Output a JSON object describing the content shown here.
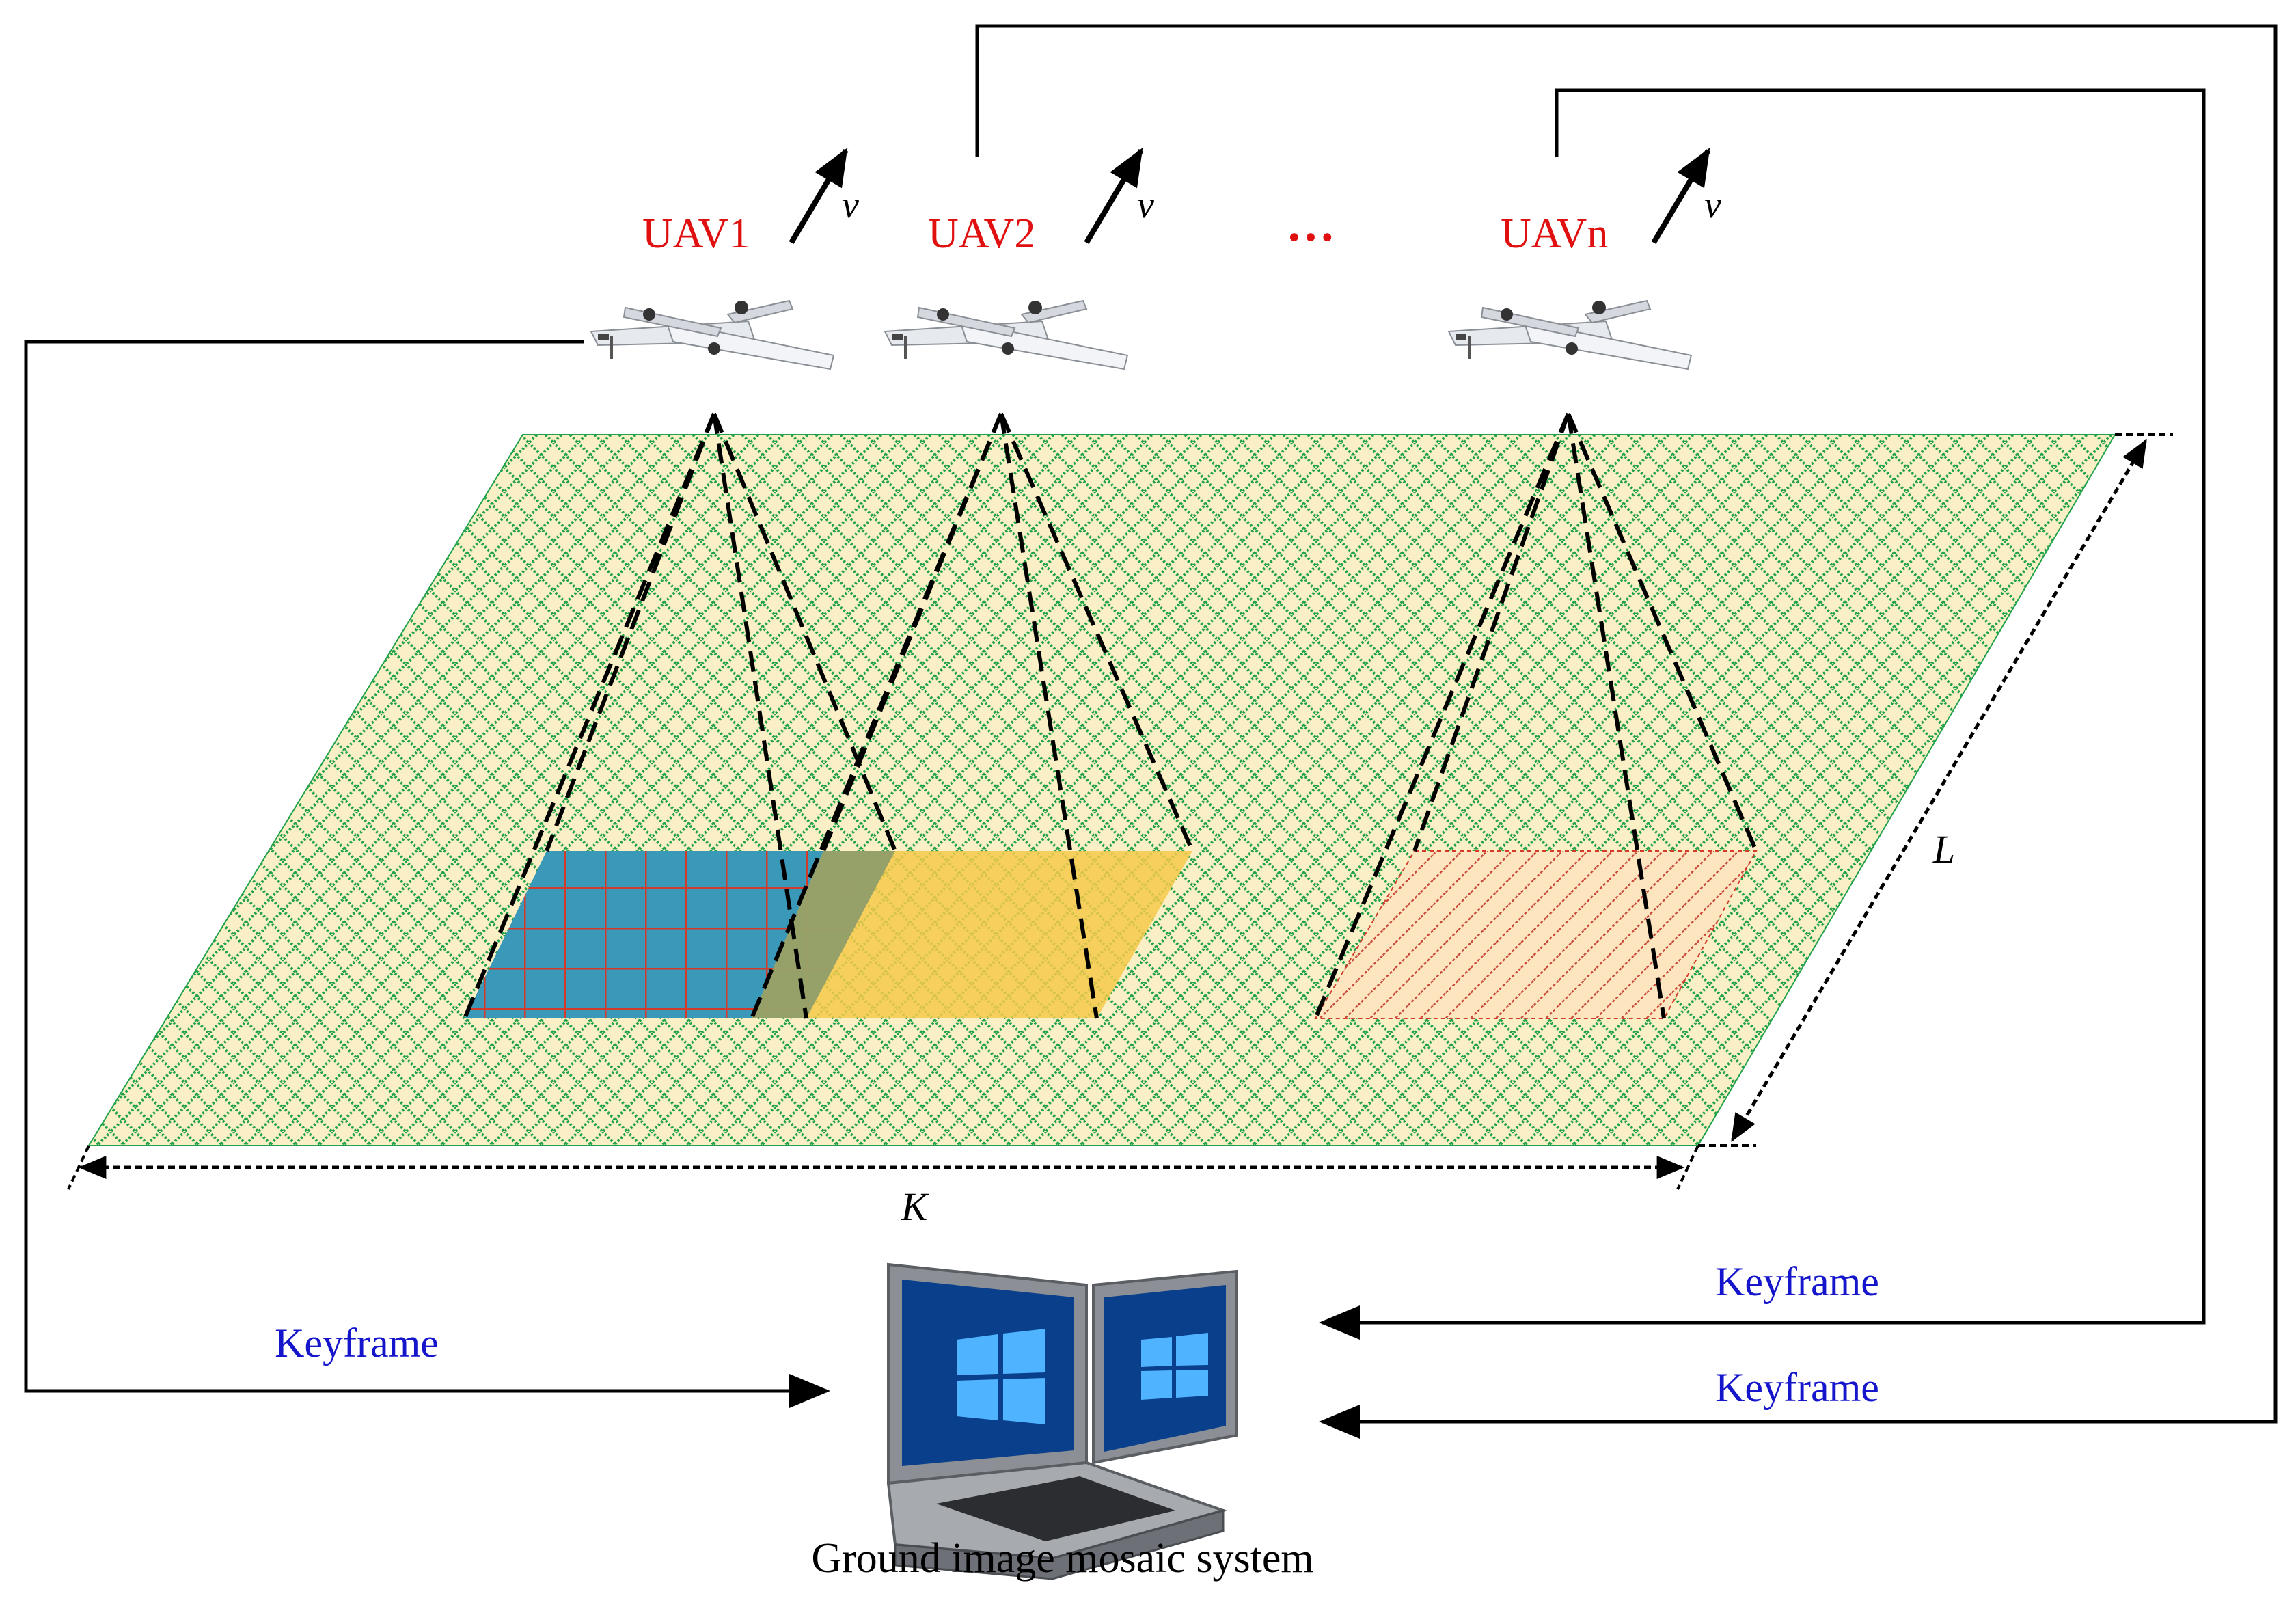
{
  "uavs": [
    {
      "label": "UAV1"
    },
    {
      "label": "UAV2"
    },
    {
      "label": "UAVn"
    }
  ],
  "ellipsis": "…",
  "velocity_symbol": "v",
  "dimensions": {
    "width_symbol": "K",
    "length_symbol": "L"
  },
  "keyframe_labels": [
    "Keyframe",
    "Keyframe",
    "Keyframe"
  ],
  "system_label": "Ground image mosaic system",
  "icons": [
    "fixed-wing-uav-icon",
    "dual-screen-laptop-icon"
  ],
  "colors": {
    "uav_label": "#e01010",
    "keyframe_label": "#1515cc",
    "field_base": "#fbefc6",
    "field_pattern": "#22a24a",
    "footprint_uav1": "#3a98b8",
    "footprint_uav2": "#f4c94a",
    "footprint_uavn": "#fde6bf",
    "footprint_grid": "#d23a2a",
    "lines": "#000000"
  }
}
